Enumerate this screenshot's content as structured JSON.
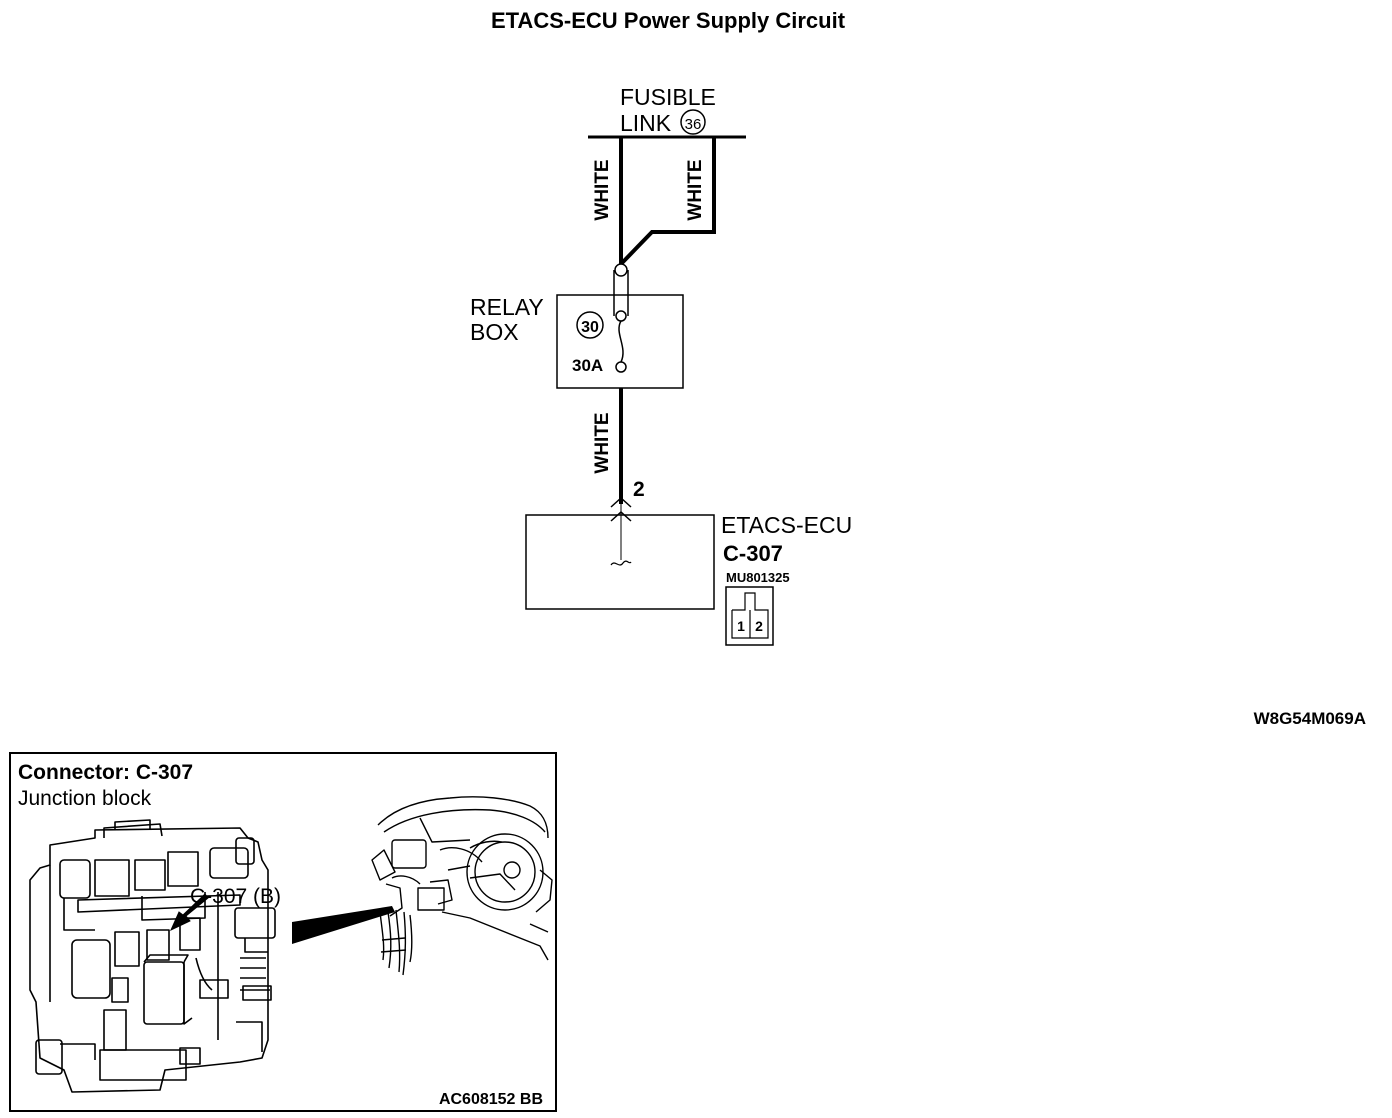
{
  "title": "ETACS-ECU Power Supply Circuit",
  "fusible_link": {
    "line1": "FUSIBLE",
    "line2": "LINK",
    "number": "36"
  },
  "wires": {
    "left": "WHITE",
    "right": "WHITE",
    "lower": "WHITE"
  },
  "relay_box": {
    "line1": "RELAY",
    "line2": "BOX",
    "fuse_number": "30",
    "fuse_rating": "30A"
  },
  "pin_number": "2",
  "ecu": {
    "name": "ETACS-ECU",
    "connector": "C-307",
    "part_number": "MU801325",
    "pins": [
      "1",
      "2"
    ]
  },
  "diagram_code": "W8G54M069A",
  "inset": {
    "heading": "Connector: C-307",
    "subheading": "Junction block",
    "callout": "C-307 (B)",
    "figure_code": "AC608152 BB"
  }
}
